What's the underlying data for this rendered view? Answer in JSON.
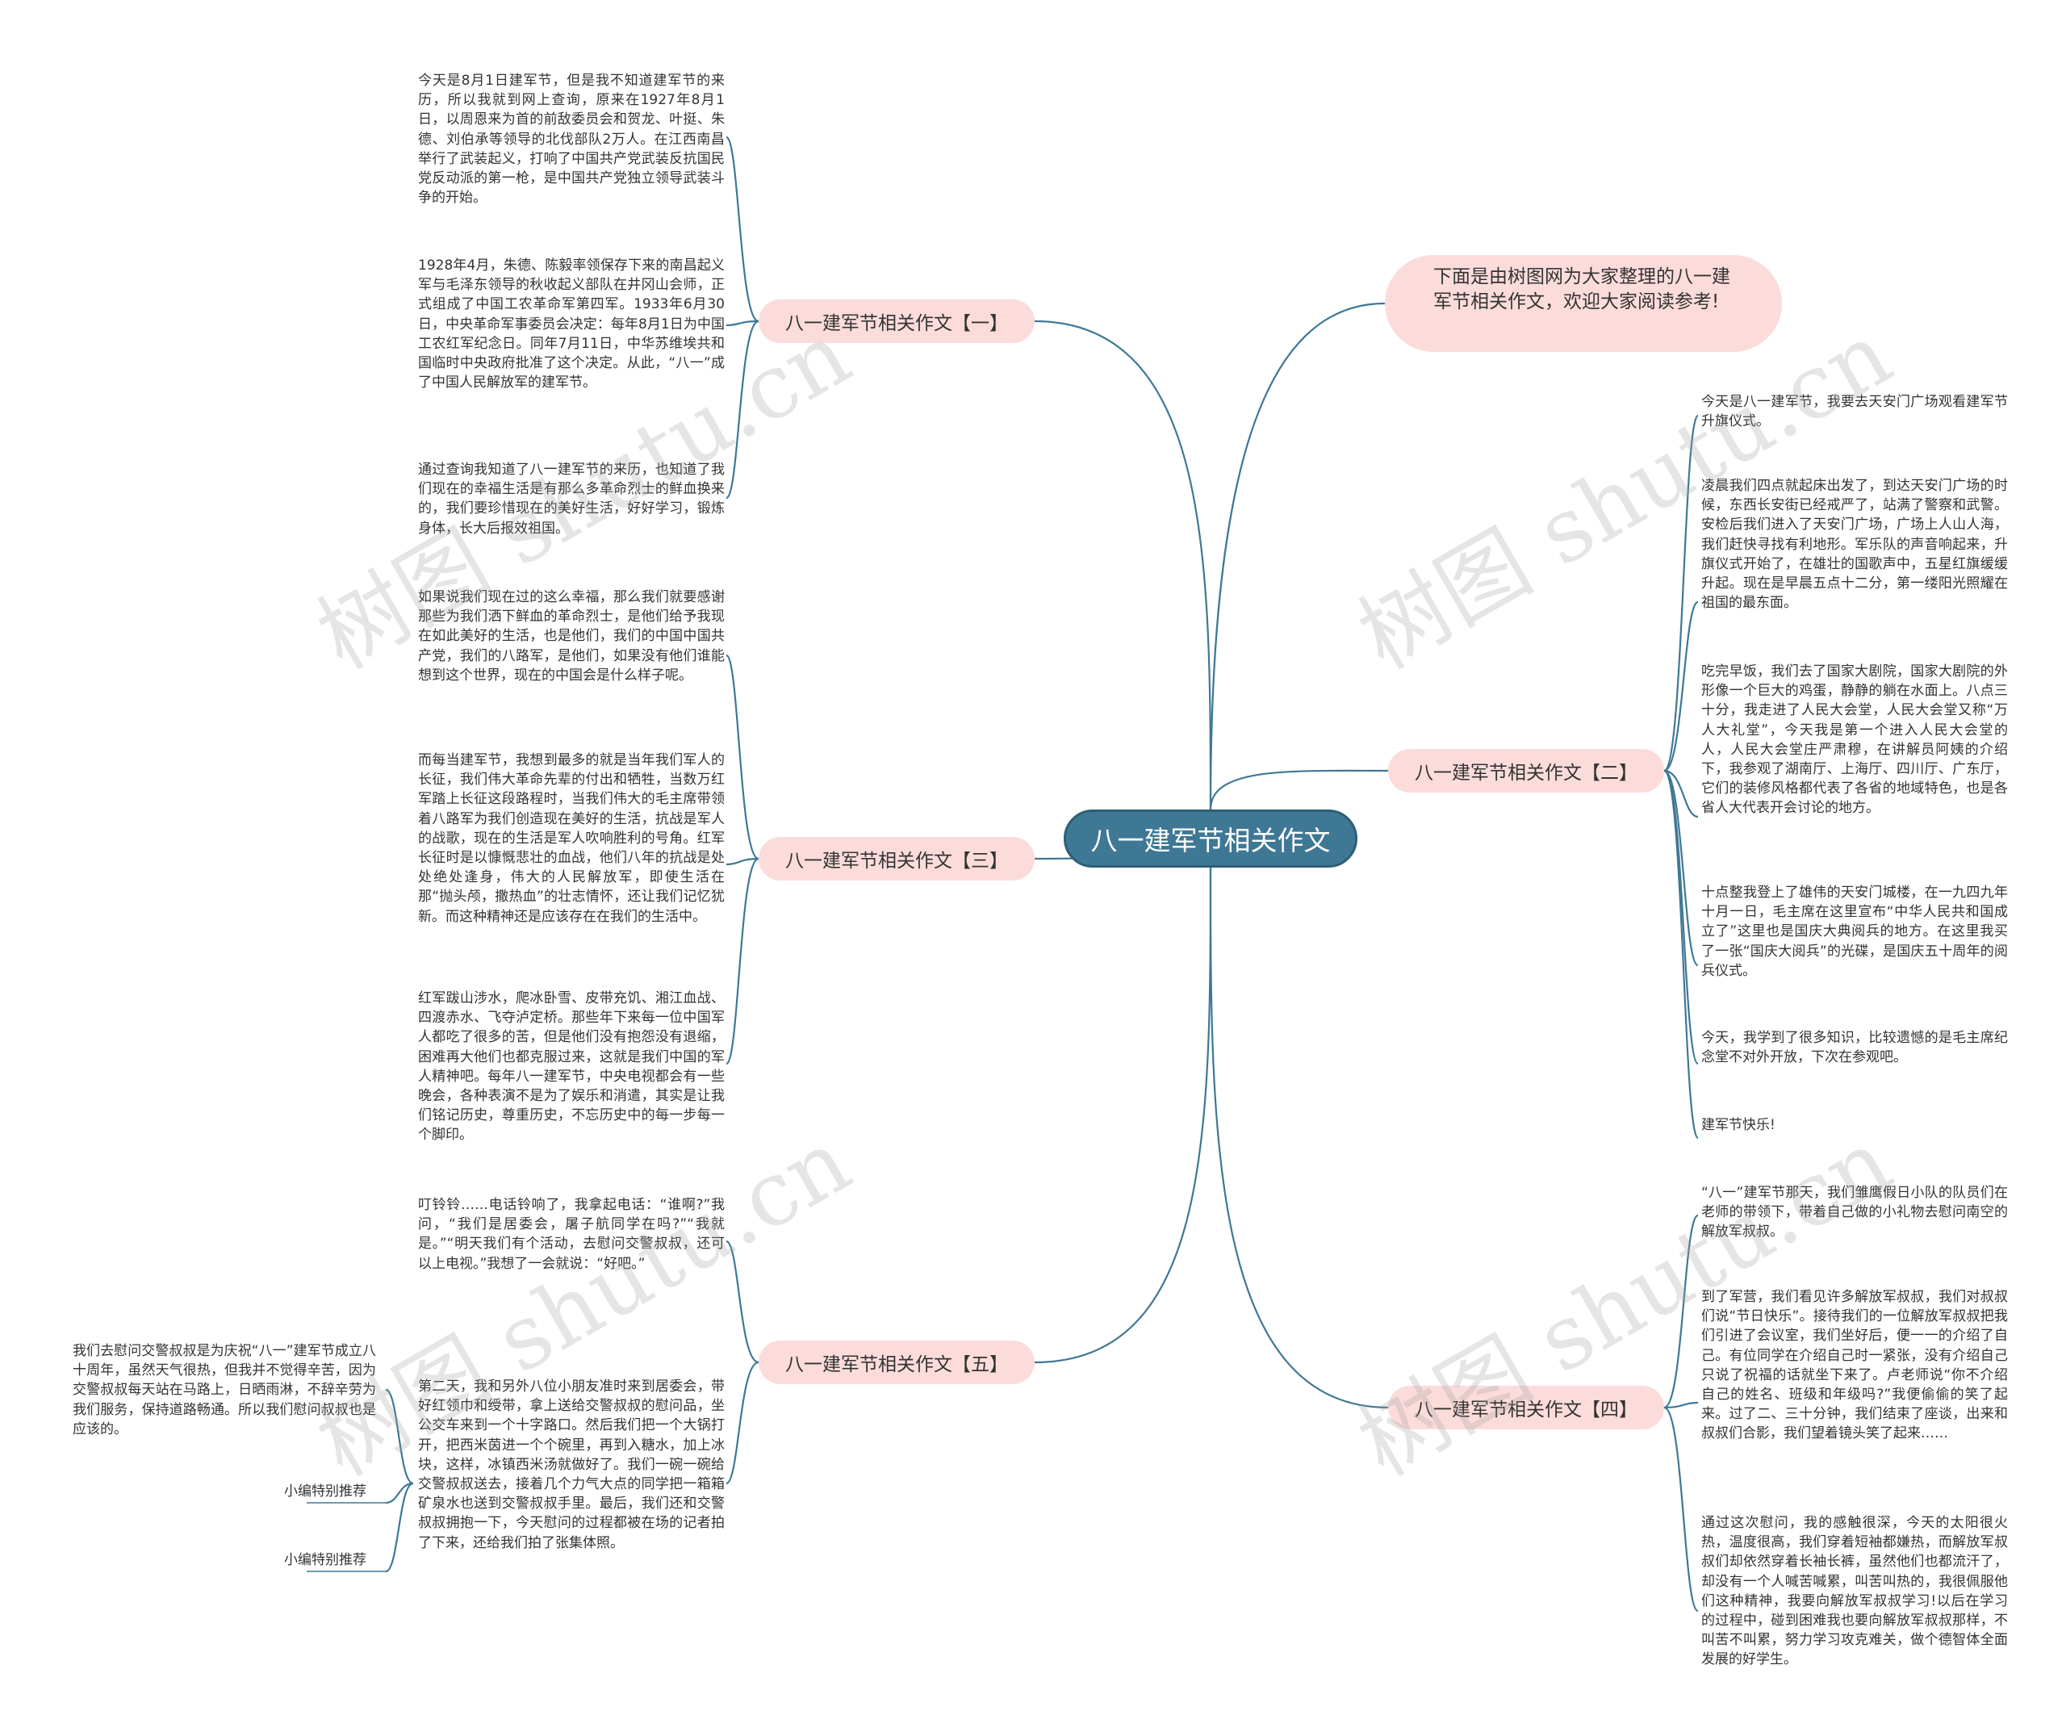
{
  "center": {
    "title": "八一建军节相关作文"
  },
  "intro": "下面是由树图网为大家整理的八一建军节相关作文，欢迎大家阅读参考!",
  "branches": [
    {
      "label": "八一建军节相关作文【一】",
      "leaves": [
        "今天是8月1日建军节，但是我不知道建军节的来历，所以我就到网上查询，原来在1927年8月1日，以周恩来为首的前敌委员会和贺龙、叶挺、朱德、刘伯承等领导的北伐部队2万人。在江西南昌举行了武装起义，打响了中国共产党武装反抗国民党反动派的第一枪，是中国共产党独立领导武装斗争的开始。",
        "1928年4月，朱德、陈毅率领保存下来的南昌起义军与毛泽东领导的秋收起义部队在井冈山会师，正式组成了中国工农革命军第四军。1933年6月30日，中央革命军事委员会决定：每年8月1日为中国工农红军纪念日。同年7月11日，中华苏维埃共和国临时中央政府批准了这个决定。从此，“八一”成了中国人民解放军的建军节。",
        "通过查询我知道了八一建军节的来历，也知道了我们现在的幸福生活是有那么多革命烈士的鲜血换来的，我们要珍惜现在的美好生活，好好学习，锻炼身体，长大后报效祖国。"
      ]
    },
    {
      "label": "八一建军节相关作文【三】",
      "leaves": [
        "如果说我们现在过的这么幸福，那么我们就要感谢那些为我们洒下鲜血的革命烈士，是他们给予我现在如此美好的生活，也是他们，我们的中国中国共产党，我们的八路军，是他们，如果没有他们谁能想到这个世界，现在的中国会是什么样子呢。",
        "而每当建军节，我想到最多的就是当年我们军人的长征，我们伟大革命先辈的付出和牺牲，当数万红军踏上长征这段路程时，当我们伟大的毛主席带领着八路军为我们创造现在美好的生活，抗战是军人的战歌，现在的生活是军人吹响胜利的号角。红军长征时是以慷慨悲壮的血战，他们八年的抗战是处处绝处逢身，伟大的人民解放军，即使生活在那“抛头颅，撒热血”的壮志情怀，还让我们记忆犹新。而这种精神还是应该存在在我们的生活中。",
        "红军跋山涉水，爬冰卧雪、皮带充饥、湘江血战、四渡赤水、飞夺泸定桥。那些年下来每一位中国军人都吃了很多的苦，但是他们没有抱怨没有退缩，困难再大他们也都克服过来，这就是我们中国的军人精神吧。每年八一建军节，中央电视都会有一些晚会，各种表演不是为了娱乐和消遣，其实是让我们铭记历史，尊重历史，不忘历史中的每一步每一个脚印。"
      ]
    },
    {
      "label": "八一建军节相关作文【五】",
      "leaves": [
        "叮铃铃……电话铃响了，我拿起电话：“谁啊?”我问，“我们是居委会，屠子航同学在吗?”“我就是。”“明天我们有个活动，去慰问交警叔叔，还可以上电视。”我想了一会就说：“好吧。”",
        "第二天，我和另外八位小朋友准时来到居委会，带好红领巾和绶带，拿上送给交警叔叔的慰问品，坐公交车来到一个十字路口。然后我们把一个大锅打开，把西米茵进一个个碗里，再到入糖水，加上冰块，这样，冰镇西米汤就做好了。我们一碗一碗给交警叔叔送去，接着几个力气大点的同学把一箱箱矿泉水也送到交警叔叔手里。最后，我们还和交警叔叔拥抱一下，今天慰问的过程都被在场的记者拍了下来，还给我们拍了张集体照。"
      ],
      "sub_leaf": "我们去慰问交警叔叔是为庆祝“八一”建军节成立八十周年，虽然天气很热，但我并不觉得辛苦，因为交警叔叔每天站在马路上，日晒雨淋，不辞辛劳为我们服务，保持道路畅通。所以我们慰问叔叔也是应该的。",
      "recommend": [
        "小编特别推荐",
        "小编特别推荐"
      ]
    },
    {
      "label": "八一建军节相关作文【二】",
      "leaves": [
        "今天是八一建军节，我要去天安门广场观看建军节升旗仪式。",
        "凌晨我们四点就起床出发了，到达天安门广场的时候，东西长安街已经戒严了，站满了警察和武警。安检后我们进入了天安门广场，广场上人山人海，我们赶快寻找有利地形。军乐队的声音响起来，升旗仪式开始了，在雄壮的国歌声中，五星红旗缓缓升起。现在是早晨五点十二分，第一缕阳光照耀在祖国的最东面。",
        "吃完早饭，我们去了国家大剧院，国家大剧院的外形像一个巨大的鸡蛋，静静的躺在水面上。八点三十分，我走进了人民大会堂，人民大会堂又称“万人大礼堂”，今天我是第一个进入人民大会堂的人，人民大会堂庄严肃穆，在讲解员阿姨的介绍下，我参观了湖南厅、上海厅、四川厅、广东厅，它们的装修风格都代表了各省的地域特色，也是各省人大代表开会讨论的地方。",
        "十点整我登上了雄伟的天安门城楼，在一九四九年十月一日，毛主席在这里宣布“中华人民共和国成立了”这里也是国庆大典阅兵的地方。在这里我买了一张“国庆大阅兵”的光碟，是国庆五十周年的阅兵仪式。",
        "今天，我学到了很多知识，比较遗憾的是毛主席纪念堂不对外开放，下次在参观吧。",
        "建军节快乐!"
      ]
    },
    {
      "label": "八一建军节相关作文【四】",
      "leaves": [
        "“八一”建军节那天，我们雏鹰假日小队的队员们在老师的带领下，带着自己做的小礼物去慰问南空的解放军叔叔。",
        "到了军营，我们看见许多解放军叔叔，我们对叔叔们说“节日快乐”。接待我们的一位解放军叔叔把我们引进了会议室，我们坐好后，便一一的介绍了自己。有位同学在介绍自己时一紧张，没有介绍自己只说了祝福的话就坐下来了。卢老师说“你不介绍自己的姓名、班级和年级吗?”我便偷偷的笑了起来。过了二、三十分钟，我们结束了座谈，出来和叔叔们合影，我们望着镜头笑了起来……",
        "通过这次慰问，我的感触很深，今天的太阳很火热，温度很高，我们穿着短袖都嫌热，而解放军叔叔们却依然穿着长袖长裤，虽然他们也都流汗了，却没有一个人喊苦喊累，叫苦叫热的，我很佩服他们这种精神，我要向解放军叔叔学习!以后在学习的过程中，碰到困难我也要向解放军叔叔那样，不叫苦不叫累，努力学习攻克难关，做个德智体全面发展的好学生。"
      ]
    }
  ],
  "watermark": "树图 shutu.cn",
  "colors": {
    "center": "#3f7895",
    "branch": "#fbdcdb",
    "line": "#3f7895"
  }
}
